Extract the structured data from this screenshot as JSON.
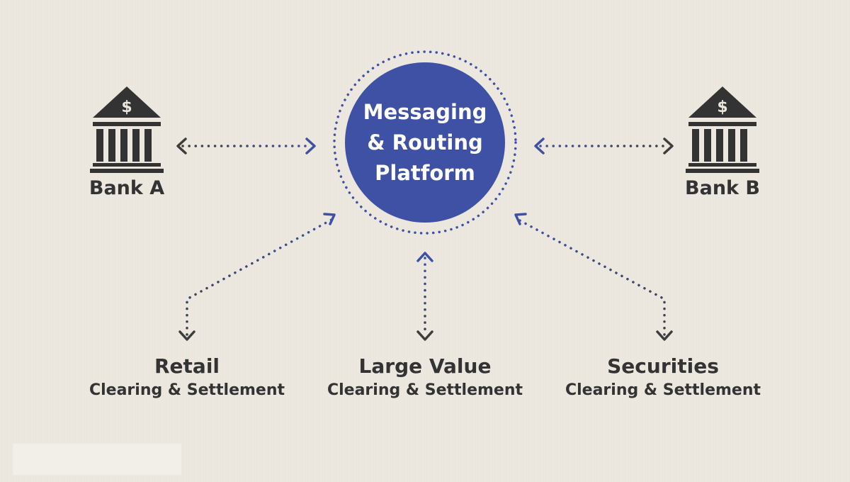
{
  "hub": {
    "lines": [
      "Messaging",
      "& Routing",
      "Platform"
    ]
  },
  "banks": [
    {
      "label": "Bank A",
      "symbol": "$",
      "icon": "bank-icon"
    },
    {
      "label": "Bank B",
      "symbol": "$",
      "icon": "bank-icon"
    }
  ],
  "systems": [
    {
      "title": "Retail",
      "subtitle": "Clearing & Settlement"
    },
    {
      "title": "Large Value",
      "subtitle": "Clearing & Settlement"
    },
    {
      "title": "Securities",
      "subtitle": "Clearing & Settlement"
    }
  ],
  "colors": {
    "background": "#ebe7df",
    "hub": "#3f51a5",
    "hub_text": "#ffffff",
    "connector_blue": "#3f51a5",
    "connector_dark": "#3d3d3d",
    "bank_icon": "#333333",
    "text": "#333333"
  }
}
